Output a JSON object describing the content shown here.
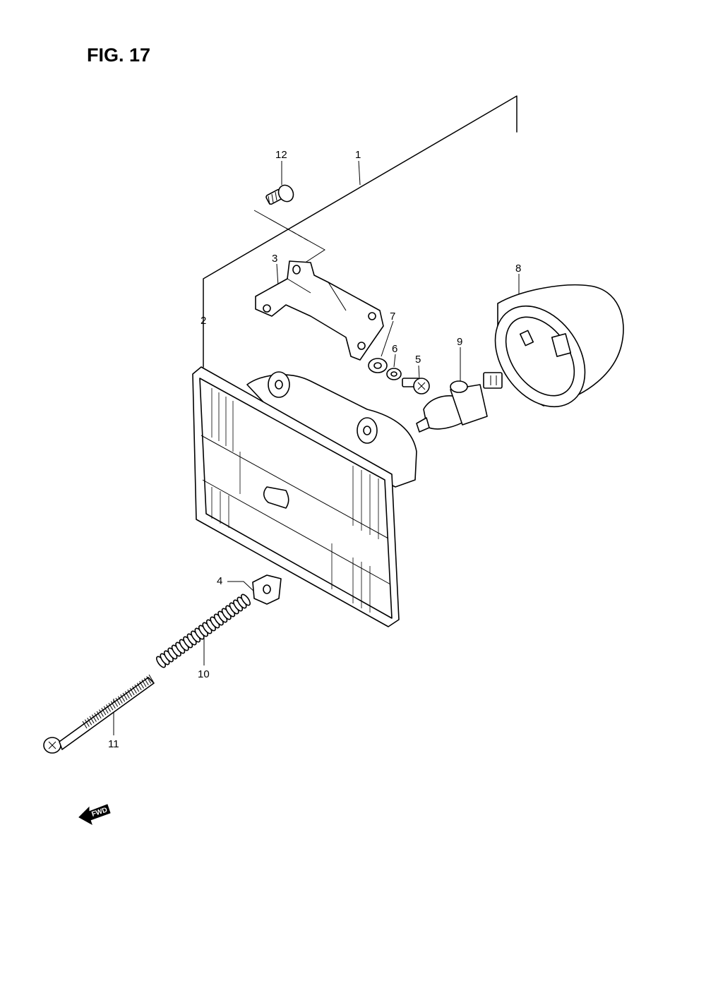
{
  "figure": {
    "title": "FIG. 17",
    "fwd_label": "FWD"
  },
  "callouts": [
    {
      "id": "1",
      "text": "1"
    },
    {
      "id": "2",
      "text": "2"
    },
    {
      "id": "3",
      "text": "3"
    },
    {
      "id": "4",
      "text": "4"
    },
    {
      "id": "5",
      "text": "5"
    },
    {
      "id": "6",
      "text": "6"
    },
    {
      "id": "7",
      "text": "7"
    },
    {
      "id": "8",
      "text": "8"
    },
    {
      "id": "9",
      "text": "9"
    },
    {
      "id": "10",
      "text": "10"
    },
    {
      "id": "11",
      "text": "11"
    },
    {
      "id": "12",
      "text": "12"
    }
  ]
}
